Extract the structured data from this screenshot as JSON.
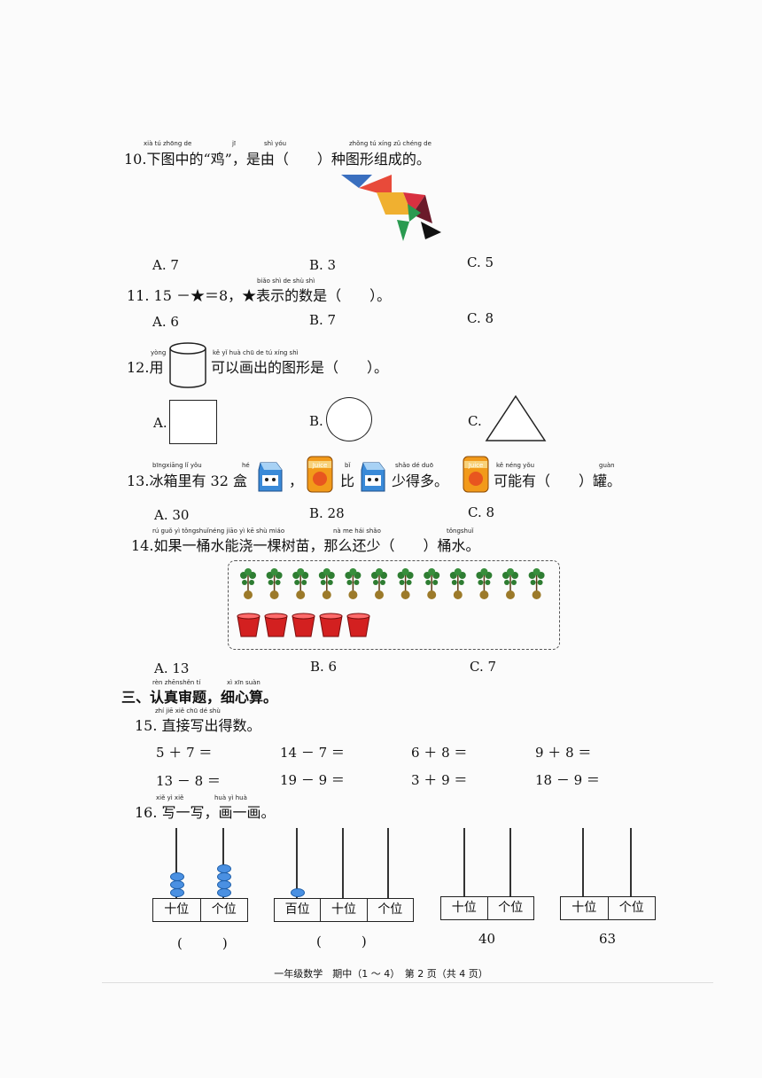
{
  "q10": {
    "number": "10.",
    "text": "下图中的“鸡”，是由（　　）种图形组成的。",
    "pinyin": [
      "xià tú zhōng de",
      "jī",
      "shì yóu",
      "zhǒng tú xíng zǔ chéng de"
    ],
    "options": [
      "A. 7",
      "B. 3",
      "C. 5"
    ]
  },
  "q11": {
    "number": "11.",
    "text": "15 －★＝8，★表示的数是（　　）。",
    "pinyin": [
      "biǎo shì de shù shì"
    ],
    "options": [
      "A. 6",
      "B. 7",
      "C. 8"
    ]
  },
  "q12": {
    "number": "12.",
    "text_a": "用",
    "text_b": "可以画出的图形是（　　）。",
    "pinyin": [
      "yòng",
      "kě yǐ huà chū de tú xíng shì"
    ],
    "options": [
      "A.",
      "B.",
      "C."
    ]
  },
  "q13": {
    "number": "13.",
    "t1": "冰箱里有 32 盒",
    "t2": "，",
    "t3": "比",
    "t4": "少得多。",
    "t5": "可能有（　　）罐。",
    "juice_label": "Juice",
    "pinyin": [
      "bīngxiāng lǐ yǒu",
      "hé",
      "bǐ",
      "shǎo dé duō",
      "kě néng yǒu",
      "guàn"
    ],
    "options": [
      "A. 30",
      "B. 28",
      "C. 8"
    ]
  },
  "q14": {
    "number": "14.",
    "text": "如果一桶水能浇一棵树苗，那么还少（　　）桶水。",
    "pinyin": [
      "rú guǒ yì tǒngshuǐnéng jiāo yì kē shù miáo",
      "nà me hái shǎo",
      "tǒngshuǐ"
    ],
    "trees": 12,
    "buckets": 5,
    "options": [
      "A. 13",
      "B. 6",
      "C. 7"
    ]
  },
  "section3": {
    "title": "三、认真审题，细心算。",
    "pinyin": [
      "rèn zhēnshěn tí",
      "xì xīn suàn"
    ]
  },
  "q15": {
    "number": "15.",
    "text": "直接写出得数。",
    "pinyin": [
      "zhí jiē xiě chū dé shù"
    ],
    "rows": [
      [
        "5 ＋ 7 ＝",
        "14 － 7 ＝",
        "6 ＋ 8 ＝",
        "9 ＋ 8 ＝"
      ],
      [
        "13 － 8 ＝",
        "19 － 9 ＝",
        "3 ＋ 9 ＝",
        "18 － 9 ＝"
      ]
    ]
  },
  "q16": {
    "number": "16.",
    "text": "写一写，画一画。",
    "pinyin": [
      "xiě yì xiě",
      "huà yì huà"
    ],
    "labels": {
      "tens": "十位",
      "ones": "个位",
      "hundreds": "百位"
    },
    "abacus1": {
      "tens": 3,
      "ones": 4,
      "answer": "(　　　)"
    },
    "abacus2": {
      "hundreds": 1,
      "tens": 0,
      "ones": 0,
      "answer": "(　　　)"
    },
    "abacus3": {
      "value": "40"
    },
    "abacus4": {
      "value": "63"
    }
  },
  "footer": "一年级数学　期中（1 ～ 4）　第 2 页（共 4 页）"
}
